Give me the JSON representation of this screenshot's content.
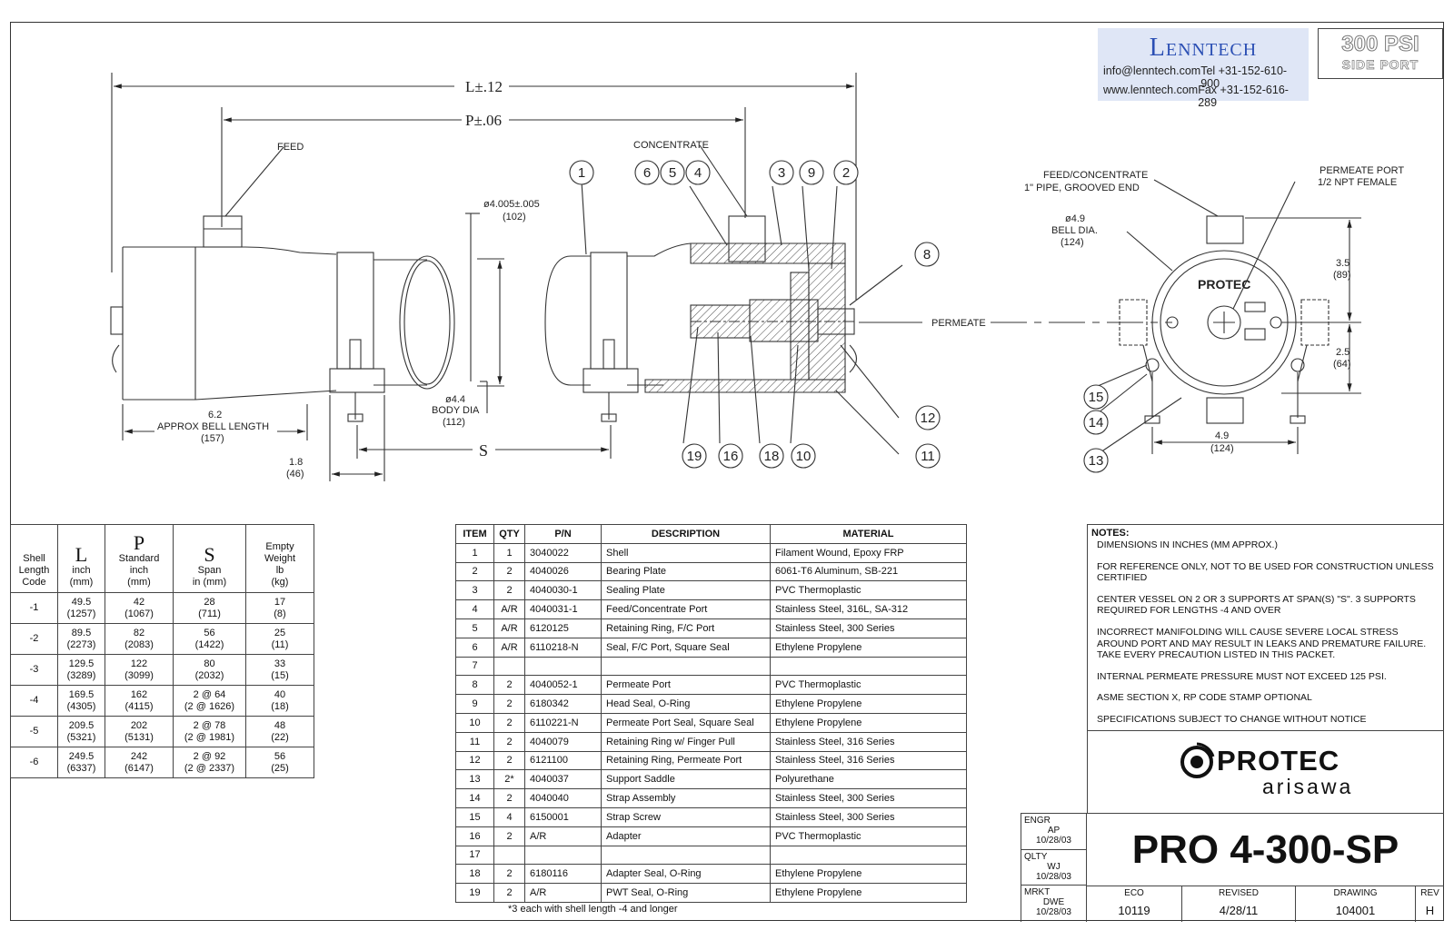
{
  "brand": {
    "name": "Lenntech",
    "email": "info@lenntech.com",
    "tel": "Tel +31-152-610-900",
    "web": "www.lenntech.com",
    "fax": "Fax +31-152-616-289"
  },
  "badge": {
    "pressure": "300 PSI",
    "port": "SIDE PORT"
  },
  "drawing": {
    "dim_L": "L±.12",
    "dim_P": "P±.06",
    "feed": "FEED",
    "concentrate": "CONCENTRATE",
    "permeate": "PERMEATE",
    "dia_top": "ø4.005±.005",
    "dia_top_mm": "(102)",
    "body_dia": "ø4.4",
    "body_dia_label": "BODY DIA",
    "body_dia_mm": "(112)",
    "bell_val": "6.2",
    "bell_label": "APPROX BELL LENGTH",
    "bell_mm": "(157)",
    "saddle_val": "1.8",
    "saddle_mm": "(46)",
    "span": "S",
    "balloons_top": [
      "1",
      "6",
      "5",
      "4",
      "3",
      "9",
      "2",
      "8"
    ],
    "balloons_bottom": [
      "19",
      "16",
      "18",
      "10",
      "11",
      "12"
    ],
    "end_view": {
      "feed_conc": "FEED/CONCENTRATE",
      "pipe": "1\" PIPE, GROOVED END",
      "perm_port": "PERMEATE PORT",
      "npt": "1/2 NPT FEMALE",
      "bell": "ø4.9",
      "bell_label": "BELL DIA.",
      "bell_mm": "(124)",
      "d1": "3.5",
      "d1_mm": "(89)",
      "d2": "2.5",
      "d2_mm": "(64)",
      "w": "4.9",
      "w_mm": "(124)",
      "plate": "PROTEC",
      "balloons": [
        "15",
        "14",
        "13"
      ]
    }
  },
  "shell_table": {
    "headers": {
      "code": [
        "Shell",
        "Length",
        "Code"
      ],
      "L": [
        "L",
        "inch",
        "(mm)"
      ],
      "P": [
        "P",
        "Standard",
        "inch",
        "(mm)"
      ],
      "S": [
        "S",
        "Span",
        "in (mm)"
      ],
      "W": [
        "Empty",
        "Weight",
        "lb",
        "(kg)"
      ]
    },
    "rows": [
      {
        "code": "-1",
        "L": "49.5",
        "Lmm": "(1257)",
        "P": "42",
        "Pmm": "(1067)",
        "S": "28",
        "Smm": "(711)",
        "W": "17",
        "Wkg": "(8)"
      },
      {
        "code": "-2",
        "L": "89.5",
        "Lmm": "(2273)",
        "P": "82",
        "Pmm": "(2083)",
        "S": "56",
        "Smm": "(1422)",
        "W": "25",
        "Wkg": "(11)"
      },
      {
        "code": "-3",
        "L": "129.5",
        "Lmm": "(3289)",
        "P": "122",
        "Pmm": "(3099)",
        "S": "80",
        "Smm": "(2032)",
        "W": "33",
        "Wkg": "(15)"
      },
      {
        "code": "-4",
        "L": "169.5",
        "Lmm": "(4305)",
        "P": "162",
        "Pmm": "(4115)",
        "S": "2 @ 64",
        "Smm": "(2 @ 1626)",
        "W": "40",
        "Wkg": "(18)"
      },
      {
        "code": "-5",
        "L": "209.5",
        "Lmm": "(5321)",
        "P": "202",
        "Pmm": "(5131)",
        "S": "2 @ 78",
        "Smm": "(2 @ 1981)",
        "W": "48",
        "Wkg": "(22)"
      },
      {
        "code": "-6",
        "L": "249.5",
        "Lmm": "(6337)",
        "P": "242",
        "Pmm": "(6147)",
        "S": "2 @ 92",
        "Smm": "(2 @ 2337)",
        "W": "56",
        "Wkg": "(25)"
      }
    ]
  },
  "parts_table": {
    "headers": [
      "ITEM",
      "QTY",
      "P/N",
      "DESCRIPTION",
      "MATERIAL"
    ],
    "rows": [
      [
        "1",
        "1",
        "3040022",
        "Shell",
        "Filament Wound, Epoxy FRP"
      ],
      [
        "2",
        "2",
        "4040026",
        "Bearing Plate",
        "6061-T6 Aluminum, SB-221"
      ],
      [
        "3",
        "2",
        "4040030-1",
        "Sealing Plate",
        "PVC Thermoplastic"
      ],
      [
        "4",
        "A/R",
        "4040031-1",
        "Feed/Concentrate Port",
        "Stainless Steel, 316L, SA-312"
      ],
      [
        "5",
        "A/R",
        "6120125",
        "Retaining Ring, F/C Port",
        "Stainless Steel, 300 Series"
      ],
      [
        "6",
        "A/R",
        "6110218-N",
        "Seal, F/C Port, Square Seal",
        "Ethylene Propylene"
      ],
      [
        "7",
        "",
        "",
        "",
        ""
      ],
      [
        "8",
        "2",
        "4040052-1",
        "Permeate Port",
        "PVC Thermoplastic"
      ],
      [
        "9",
        "2",
        "6180342",
        "Head Seal, O-Ring",
        "Ethylene Propylene"
      ],
      [
        "10",
        "2",
        "6110221-N",
        "Permeate Port Seal, Square Seal",
        "Ethylene Propylene"
      ],
      [
        "11",
        "2",
        "4040079",
        "Retaining Ring w/ Finger Pull",
        "Stainless Steel, 316 Series"
      ],
      [
        "12",
        "2",
        "6121100",
        "Retaining Ring, Permeate Port",
        "Stainless Steel, 316 Series"
      ],
      [
        "13",
        "2*",
        "4040037",
        "Support Saddle",
        "Polyurethane"
      ],
      [
        "14",
        "2",
        "4040040",
        "Strap Assembly",
        "Stainless Steel, 300 Series"
      ],
      [
        "15",
        "4",
        "6150001",
        "Strap Screw",
        "Stainless Steel, 300 Series"
      ],
      [
        "16",
        "2",
        "A/R",
        "Adapter",
        "PVC Thermoplastic"
      ],
      [
        "17",
        "",
        "",
        "",
        ""
      ],
      [
        "18",
        "2",
        "6180116",
        "Adapter Seal, O-Ring",
        "Ethylene Propylene"
      ],
      [
        "19",
        "2",
        "A/R",
        "PWT Seal, O-Ring",
        "Ethylene Propylene"
      ]
    ],
    "footnote": "*3 each with shell length -4 and longer"
  },
  "notes": {
    "heading": "NOTES:",
    "items": [
      "DIMENSIONS IN INCHES (MM APPROX.)",
      "FOR REFERENCE ONLY, NOT TO BE USED FOR CONSTRUCTION UNLESS CERTIFIED",
      "CENTER VESSEL ON 2 OR 3 SUPPORTS AT SPAN(S) \"S\".  3 SUPPORTS REQUIRED FOR LENGTHS -4 AND OVER",
      "INCORRECT MANIFOLDING WILL CAUSE SEVERE LOCAL STRESS AROUND PORT AND MAY RESULT IN LEAKS AND PREMATURE FAILURE.  TAKE EVERY PRECAUTION LISTED IN THIS PACKET.",
      "INTERNAL PERMEATE PRESSURE MUST NOT EXCEED 125 PSI.",
      "ASME SECTION X, RP CODE STAMP OPTIONAL",
      "SPECIFICATIONS SUBJECT TO CHANGE WITHOUT NOTICE"
    ]
  },
  "company": {
    "name": "PROTEC",
    "sub": "arisawa"
  },
  "title_block": {
    "engr": "ENGR",
    "engr_by": "AP",
    "engr_date": "10/28/03",
    "qlty": "QLTY",
    "qlty_by": "WJ",
    "qlty_date": "10/28/03",
    "mrkt": "MRKT",
    "mrkt_by": "DWE",
    "mrkt_date": "10/28/03",
    "model": "PRO 4-300-SP",
    "eco_label": "ECO",
    "eco": "10119",
    "revised_label": "REVISED",
    "revised": "4/28/11",
    "drawing_label": "DRAWING",
    "drawing": "104001",
    "rev_label": "REV",
    "rev": "H"
  }
}
